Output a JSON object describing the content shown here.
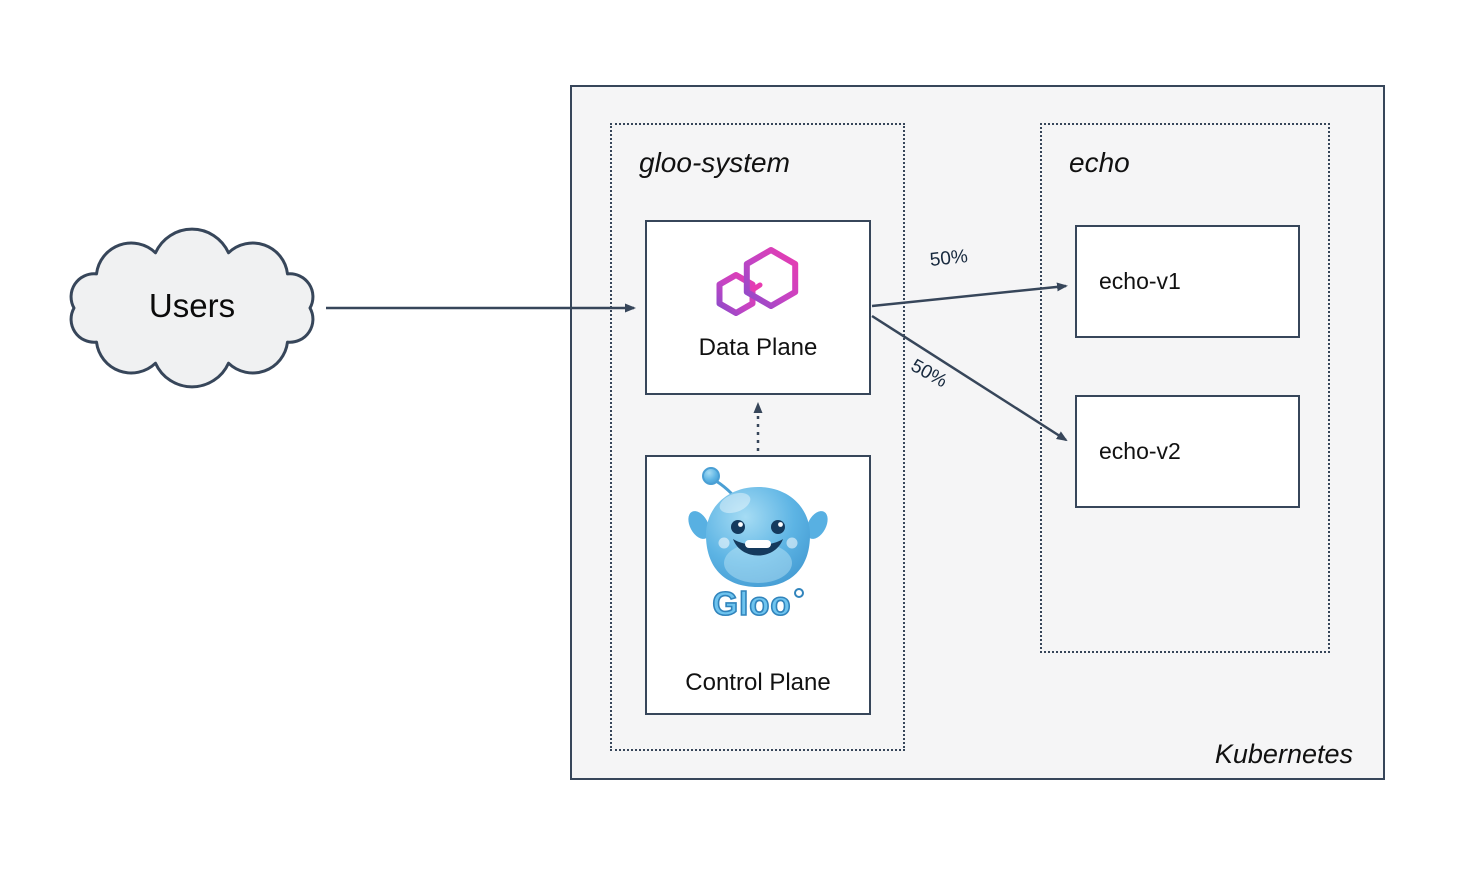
{
  "diagram": {
    "users": {
      "label": "Users"
    },
    "kubernetes": {
      "label": "Kubernetes"
    },
    "gloo_system": {
      "label": "gloo-system",
      "data_plane": {
        "label": "Data Plane",
        "icon": "gloo-hexagons-icon"
      },
      "control_plane": {
        "label": "Control Plane",
        "wordmark": "Gloo",
        "icon": "gloo-mascot-icon"
      }
    },
    "echo": {
      "label": "echo",
      "services": [
        {
          "label": "echo-v1"
        },
        {
          "label": "echo-v2"
        }
      ]
    },
    "edges": {
      "dataplane_to_v1": {
        "label": "50%"
      },
      "dataplane_to_v2": {
        "label": "50%"
      },
      "controlplane_to_dataplane": {
        "style": "dotted"
      }
    },
    "colors": {
      "border_navy": "#37465a",
      "k8s_background": "#f5f5f6",
      "gloo_pink": "#e83cb0",
      "gloo_purple": "#8a4bc9",
      "gloo_blue": "#49a5d9"
    }
  }
}
